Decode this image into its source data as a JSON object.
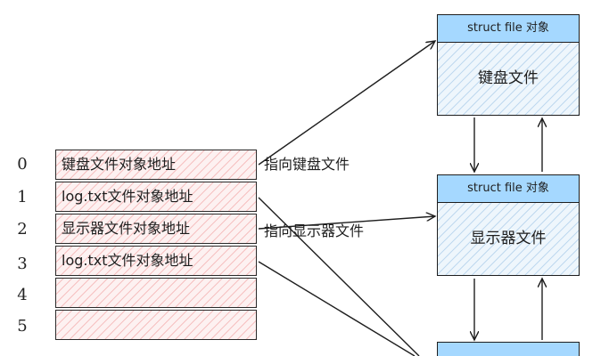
{
  "fd_table": {
    "indices": [
      "0",
      "1",
      "2",
      "3",
      "4",
      "5"
    ],
    "entries": [
      "键盘文件对象地址",
      "log.txt文件对象地址",
      "显示器文件对象地址",
      "log.txt文件对象地址",
      "",
      ""
    ]
  },
  "annotations": {
    "keyboard_pointer": "指向键盘文件",
    "display_pointer": "指向显示器文件"
  },
  "file_objects": [
    {
      "header": "struct file 对象",
      "body": "键盘文件"
    },
    {
      "header": "struct file 对象",
      "body": "显示器文件"
    },
    {
      "header": "",
      "body": ""
    }
  ],
  "colors": {
    "table_fill": "#fdf1f1",
    "table_hatch": "#e03131",
    "object_header": "#a5d8ff",
    "object_fill": "#eef6fc",
    "stroke": "#1e1e1e"
  }
}
